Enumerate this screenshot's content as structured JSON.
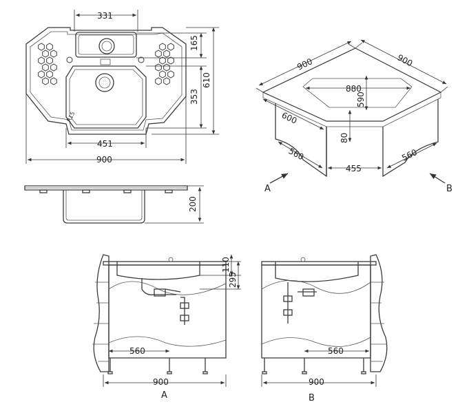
{
  "top_view": {
    "dims": {
      "bowl_small_width": "331",
      "bowl_small_depth": "165",
      "bowl_large_depth": "353",
      "overall_depth": "610",
      "bowl_large_width": "451",
      "overall_width": "900",
      "radius": "R15"
    }
  },
  "side_profile": {
    "dims": {
      "depth": "200"
    }
  },
  "iso_view": {
    "dims": {
      "top_left": "900",
      "top_right": "900",
      "inner_width": "880",
      "inner_depth": "590",
      "side_depth": "600",
      "front_height": "80",
      "left_leg": "560",
      "right_leg": "560",
      "front_width": "455"
    },
    "arrow_a": "A",
    "arrow_b": "B"
  },
  "elev_a": {
    "dims": {
      "height_top": "110",
      "height_mid": "295",
      "cab_depth": "560",
      "width": "900"
    },
    "label": "A"
  },
  "elev_b": {
    "dims": {
      "cab_depth": "560",
      "width": "900"
    },
    "label": "B"
  }
}
